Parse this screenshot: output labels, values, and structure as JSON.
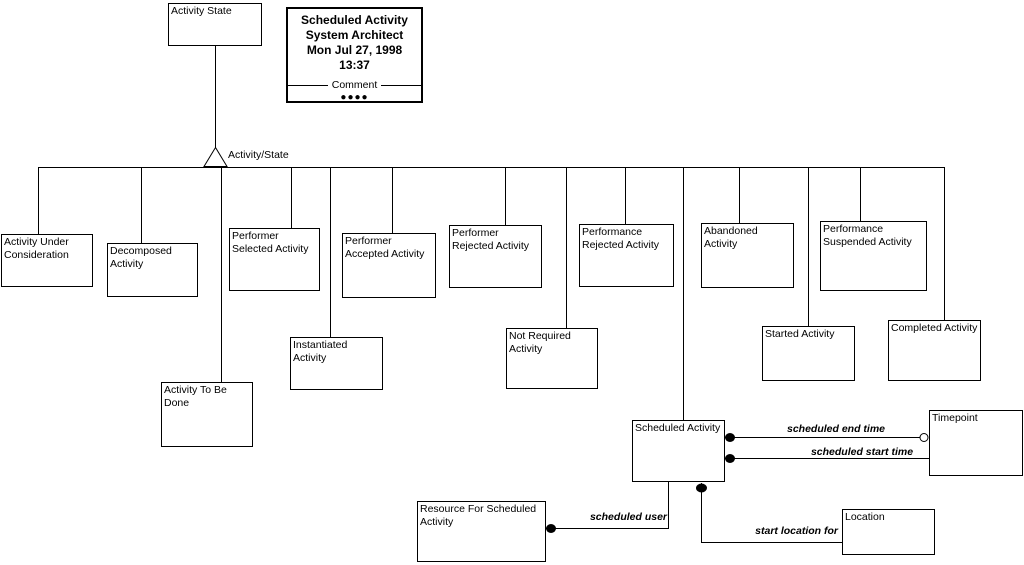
{
  "title_box": {
    "diagram_name": "Scheduled Activity",
    "tool_name": "System Architect",
    "date": "Mon Jul 27, 1998",
    "time": "13:37",
    "comment_label": "Comment",
    "dots": "●●●●"
  },
  "tree": {
    "branch_label": "Activity/State"
  },
  "boxes": {
    "activity_state": "Activity State",
    "activity_under_consideration": "Activity Under Consideration",
    "decomposed_activity": "Decomposed Activity",
    "activity_to_be_done": "Activity To Be Done",
    "performer_selected": "Performer Selected Activity",
    "instantiated": "Instantiated Activity",
    "performer_accepted": "Performer Accepted Activity",
    "performer_rejected": "Performer Rejected Activity",
    "not_required": "Not Required Activity",
    "performance_rejected": "Performance Rejected Activity",
    "scheduled_activity": "Scheduled Activity",
    "abandoned": "Abandoned Activity",
    "started": "Started Activity",
    "performance_suspended": "Performance Suspended Activity",
    "completed": "Completed Activity",
    "timepoint": "Timepoint",
    "resource_for_scheduled": "Resource For Scheduled Activity",
    "location": "Location"
  },
  "relationships": {
    "scheduled_end_time": "scheduled end time",
    "scheduled_start_time": "scheduled start time",
    "scheduled_user": "scheduled user",
    "start_location_for": "start location for"
  },
  "colors": {
    "line": "#000000",
    "background": "#ffffff"
  }
}
